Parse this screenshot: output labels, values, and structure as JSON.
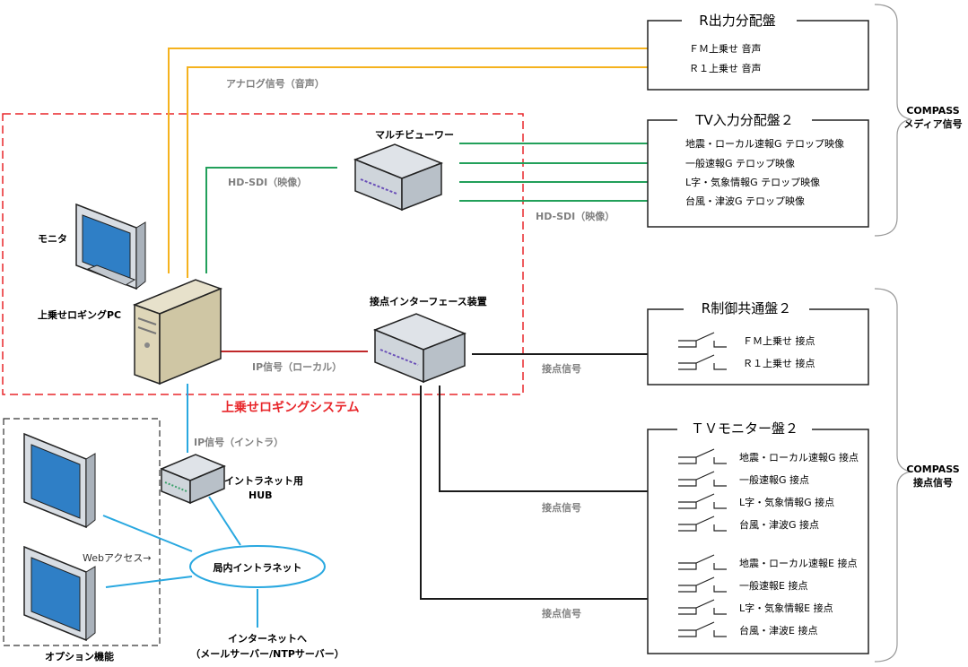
{
  "system_title": "上乗せロギングシステム",
  "devices": {
    "monitor": "モニタ",
    "logging_pc": "上乗せロギングPC",
    "multiviewer": "マルチビューワー",
    "contact_interface": "接点インターフェース装置",
    "intranet_hub": [
      "イントラネット用",
      "HUB"
    ],
    "intranet": "局内イントラネット",
    "internet": [
      "インターネットへ",
      "（メールサーバー/NTPサーバー）"
    ],
    "option_group": "オプション機能",
    "web_access": "Webアクセス→"
  },
  "signals": {
    "analog_audio": "アナログ信号（音声）",
    "hdsdi_left": "HD-SDI（映像）",
    "hdsdi_right": "HD-SDI（映像）",
    "ip_local": "IP信号（ローカル）",
    "ip_intra": "IP信号（イントラ）",
    "contact_1": "接点信号",
    "contact_2": "接点信号",
    "contact_3": "接点信号"
  },
  "panels": {
    "r_output": {
      "title": "R出力分配盤",
      "items": [
        "ＦＭ上乗せ 音声",
        "Ｒ１上乗せ 音声"
      ]
    },
    "tv_input": {
      "title": "TV入力分配盤２",
      "items": [
        "地震・ローカル速報G テロップ映像",
        "一般速報G テロップ映像",
        "L字・気象情報G テロップ映像",
        "台風・津波G テロップ映像"
      ]
    },
    "r_control": {
      "title": "R制御共通盤２",
      "items": [
        "ＦＭ上乗せ 接点",
        "Ｒ１上乗せ 接点"
      ]
    },
    "tv_monitor": {
      "title": "ＴＶモニター盤２",
      "items_g": [
        "地震・ローカル速報G 接点",
        "一般速報G 接点",
        "L字・気象情報G 接点",
        "台風・津波G 接点"
      ],
      "items_e": [
        "地震・ローカル速報E 接点",
        "一般速報E 接点",
        "L字・気象情報E 接点",
        "台風・津波E 接点"
      ]
    }
  },
  "braces": {
    "media": [
      "COMPASS",
      "メディア信号"
    ],
    "contact": [
      "COMPASS",
      "接点信号"
    ]
  },
  "colors": {
    "audio_line": "#f5b21e",
    "video_line": "#22a05a",
    "video_dot": "#1aa64a",
    "local_ip_line": "#c0282a",
    "intra_line": "#29a8e0",
    "contact_line": "#1a1a1a",
    "system_border": "#e8262a",
    "system_title": "#e8262a"
  }
}
